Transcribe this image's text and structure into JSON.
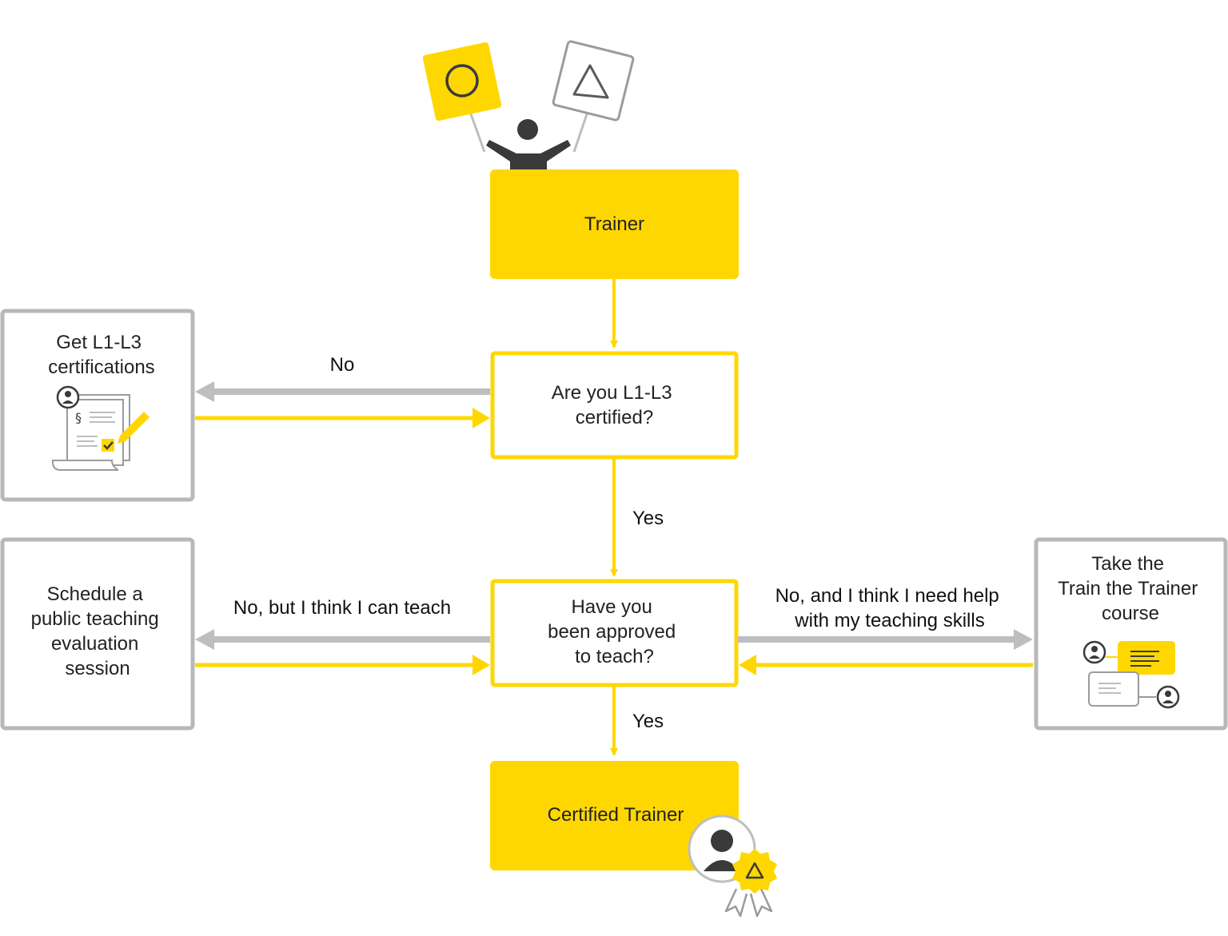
{
  "colors": {
    "yellow": "#FFD700",
    "gray": "#BDBEBF",
    "box_border_gray": "#B7B8B9",
    "dark": "#3A3A3A",
    "text": "#222222"
  },
  "nodes": {
    "trainer": "Trainer",
    "question_certified_line1": "Are you L1-L3",
    "question_certified_line2": "certified?",
    "question_approved_line1": "Have you",
    "question_approved_line2": "been approved",
    "question_approved_line3": "to teach?",
    "certified_trainer": "Certified Trainer",
    "get_certifications_line1": "Get L1-L3",
    "get_certifications_line2": "certifications",
    "schedule_line1": "Schedule a",
    "schedule_line2": "public teaching",
    "schedule_line3": "evaluation",
    "schedule_line4": "session",
    "train_course_line1": "Take the",
    "train_course_line2": "Train the Trainer",
    "train_course_line3": "course"
  },
  "edge_labels": {
    "no_certified": "No",
    "yes_certified": "Yes",
    "no_can_teach": "No, but I think I can teach",
    "no_need_help_line1": "No, and I think I need help",
    "no_need_help_line2": "with my teaching skills",
    "yes_approved": "Yes"
  },
  "icons": {
    "sign_left": "circle-sign-icon",
    "sign_right": "triangle-sign-icon",
    "person": "person-icon",
    "document": "document-check-icon",
    "chat": "chat-course-icon",
    "badge": "certified-badge-icon"
  }
}
